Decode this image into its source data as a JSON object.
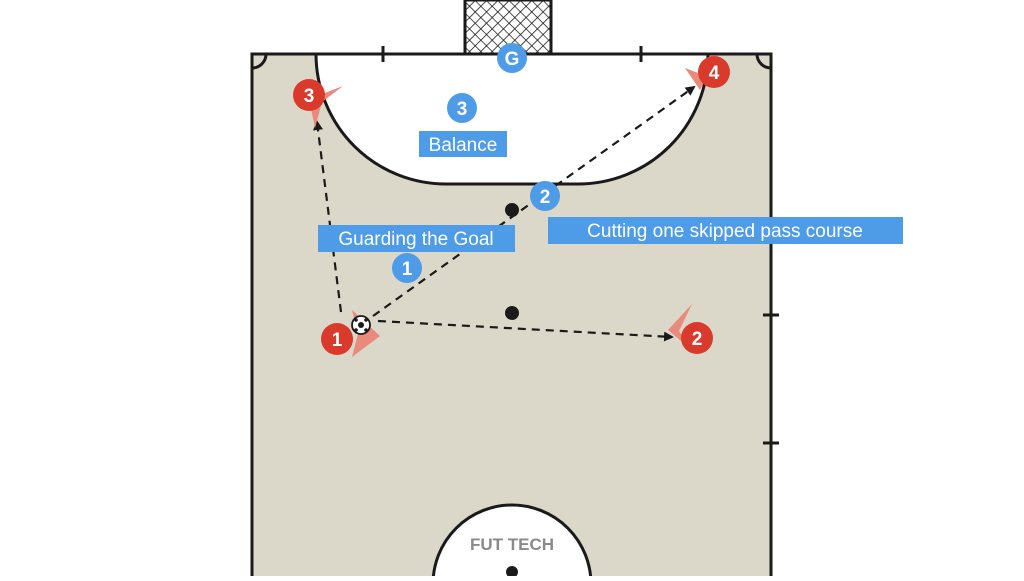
{
  "diagram": {
    "colors": {
      "court": "#dbd8c9",
      "line": "#1a1a1a",
      "attacker": "#d93a2b",
      "attacker_arrow": "#e88a7c",
      "defender": "#4e9be8",
      "label_bg": "#4e9be8",
      "label_text": "#ffffff",
      "watermark": "#8a8a8a"
    },
    "goalkeeper": {
      "label": "G"
    },
    "attackers": [
      {
        "id": "attacker-1",
        "label": "1"
      },
      {
        "id": "attacker-2",
        "label": "2"
      },
      {
        "id": "attacker-3",
        "label": "3"
      },
      {
        "id": "attacker-4",
        "label": "4"
      }
    ],
    "defenders": [
      {
        "id": "defender-1",
        "label": "1"
      },
      {
        "id": "defender-2",
        "label": "2"
      },
      {
        "id": "defender-3",
        "label": "3"
      }
    ],
    "role_labels": {
      "guarding": "Guarding the Goal",
      "cutting": "Cutting one skipped pass course",
      "balance": "Balance"
    },
    "watermark": "FUT TECH"
  }
}
